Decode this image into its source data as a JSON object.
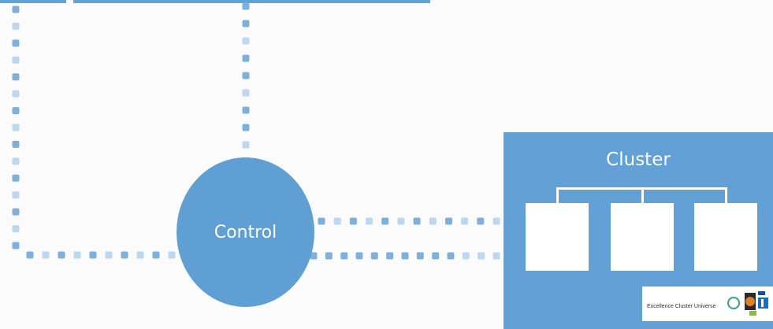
{
  "diagram": {
    "control": {
      "label": "Control"
    },
    "cluster": {
      "title": "Cluster",
      "nodes": [
        {},
        {},
        {}
      ],
      "logo_text": "Excellence Cluster Universe"
    }
  },
  "colors": {
    "box": "#62a0d5",
    "circle": "#5f9fd3",
    "dots_dark": "#7fb0da",
    "dots_light": "#bcd7ee",
    "background": "#fbfbfb"
  }
}
